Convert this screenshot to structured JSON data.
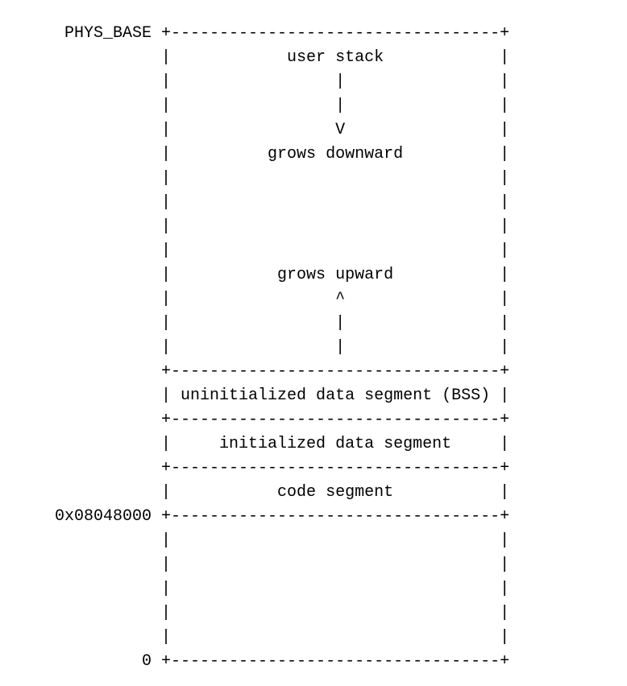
{
  "diagram": {
    "lines": [
      "     PHYS_BASE +----------------------------------+",
      "               |            user stack            |",
      "               |                 |                |",
      "               |                 |                |",
      "               |                 V                |",
      "               |          grows downward          |",
      "               |                                  |",
      "               |                                  |",
      "               |                                  |",
      "               |                                  |",
      "               |           grows upward           |",
      "               |                 ^                |",
      "               |                 |                |",
      "               |                 |                |",
      "               +----------------------------------+",
      "               | uninitialized data segment (BSS) |",
      "               +----------------------------------+",
      "               |     initialized data segment     |",
      "               +----------------------------------+",
      "               |           code segment           |",
      "    0x08048000 +----------------------------------+",
      "               |                                  |",
      "               |                                  |",
      "               |                                  |",
      "               |                                  |",
      "               |                                  |",
      "             0 +----------------------------------+"
    ]
  }
}
